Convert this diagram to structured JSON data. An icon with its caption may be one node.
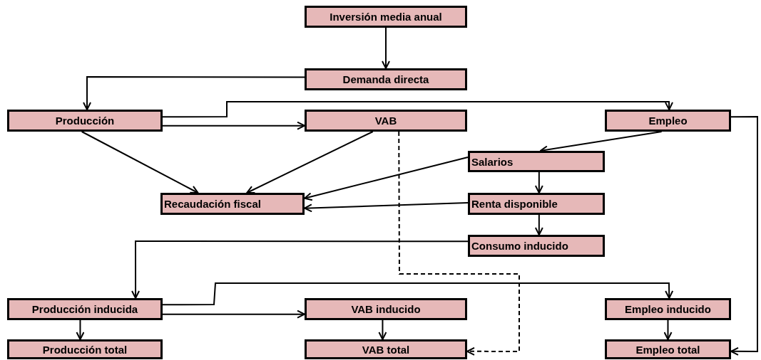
{
  "diagram": {
    "nodes": [
      {
        "text": [
          "Inversión media anual"
        ]
      },
      {
        "text": [
          "Demanda directa"
        ]
      },
      {
        "text": [
          "Producción"
        ]
      },
      {
        "text": [
          "VAB"
        ]
      },
      {
        "text": [
          "Empleo"
        ]
      },
      {
        "text": [
          "Salarios"
        ]
      },
      {
        "text": [
          "Recaudación fiscal"
        ]
      },
      {
        "text": [
          "Renta disponible"
        ]
      },
      {
        "text": [
          "Consumo inducido"
        ]
      },
      {
        "text": [
          "Producción inducida"
        ]
      },
      {
        "text": [
          "VAB inducido"
        ]
      },
      {
        "text": [
          "Empleo inducido"
        ]
      },
      {
        "text": [
          "Producción total"
        ]
      },
      {
        "text": [
          "VAB total"
        ]
      },
      {
        "text": [
          "Empleo total"
        ]
      }
    ],
    "edges": [
      {
        "from": 0,
        "to": 1,
        "arrow": "to"
      },
      {
        "from": 1,
        "to": 2,
        "arrow": "to"
      },
      {
        "from": 2,
        "to": 4,
        "arrow": "to"
      },
      {
        "from": 2,
        "to": 3,
        "arrow": "to"
      },
      {
        "from": 2,
        "to": 6,
        "arrow": "to"
      },
      {
        "from": 3,
        "to": 6,
        "arrow": "to"
      },
      {
        "from": 4,
        "to": 5,
        "arrow": "to"
      },
      {
        "from": 5,
        "to": 6,
        "arrow": "to"
      },
      {
        "from": 5,
        "to": 7,
        "arrow": "to"
      },
      {
        "from": 7,
        "to": 6,
        "arrow": "to"
      },
      {
        "from": 7,
        "to": 8,
        "arrow": "to"
      },
      {
        "from": 8,
        "to": 9,
        "arrow": "to"
      },
      {
        "from": 9,
        "to": 11,
        "arrow": "to"
      },
      {
        "from": 9,
        "to": 10,
        "arrow": "to"
      },
      {
        "from": 9,
        "to": 12,
        "arrow": "to"
      },
      {
        "from": 10,
        "to": 13,
        "arrow": "to"
      },
      {
        "from": 11,
        "to": 14,
        "arrow": "to"
      },
      {
        "from": 3,
        "to": 13,
        "arrow": "to",
        "style": "dashed"
      },
      {
        "from": 4,
        "to": 14,
        "arrow": "to"
      }
    ]
  }
}
